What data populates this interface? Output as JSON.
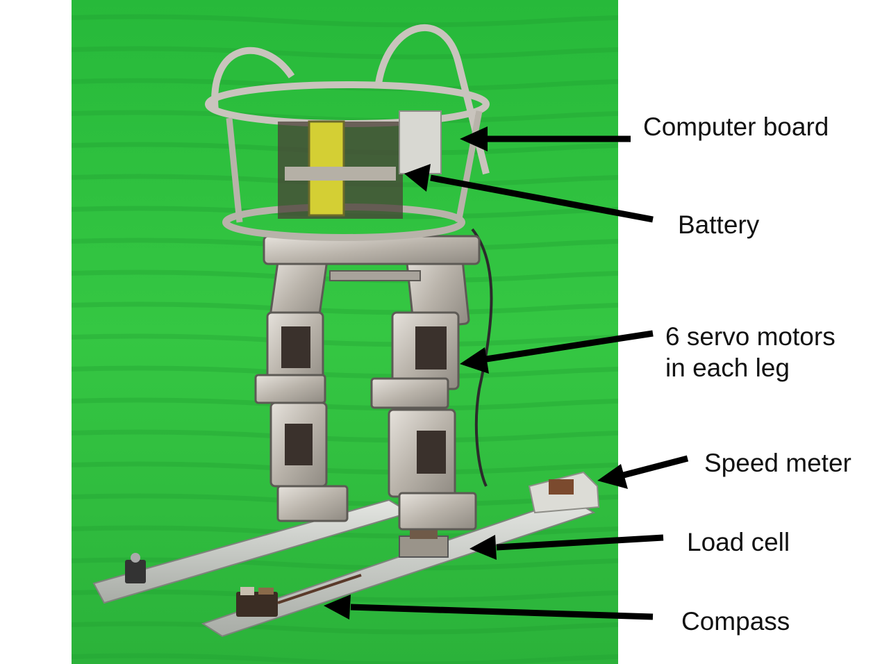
{
  "figure": {
    "photo_subject": "biped robot on skis",
    "colors": {
      "background": "#ffffff",
      "turf": "#2fbf3a",
      "metal": "#c9c4bd",
      "battery": "#d8d43a",
      "arrow": "#000000"
    }
  },
  "labels": {
    "computer_board": "Computer board",
    "battery": "Battery",
    "servo_line1": "6 servo motors",
    "servo_line2": "in each leg",
    "speed_meter": "Speed meter",
    "load_cell": "Load cell",
    "compass": "Compass"
  }
}
